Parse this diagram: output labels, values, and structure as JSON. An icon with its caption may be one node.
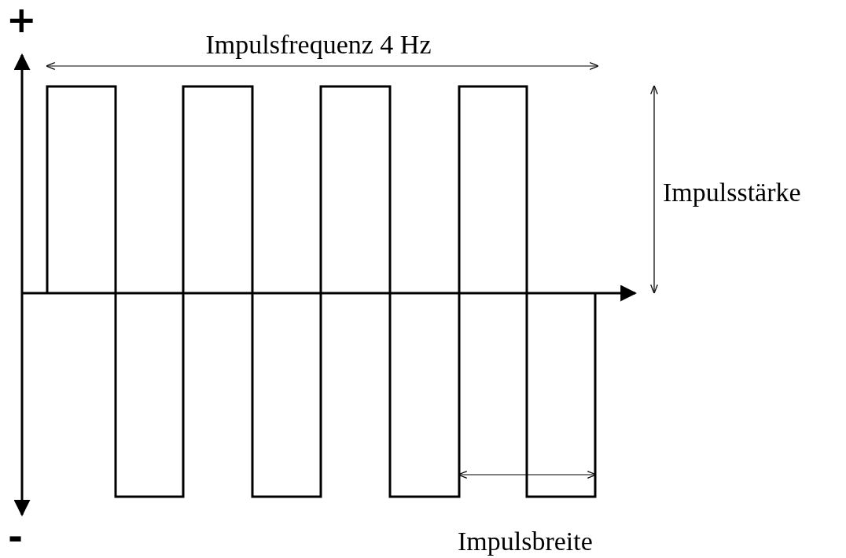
{
  "diagram": {
    "labels": [
      "+",
      "Impulsfrequenz 4 Hz",
      "Impulsstärke",
      "-",
      "Impulsbreite"
    ]
  }
}
